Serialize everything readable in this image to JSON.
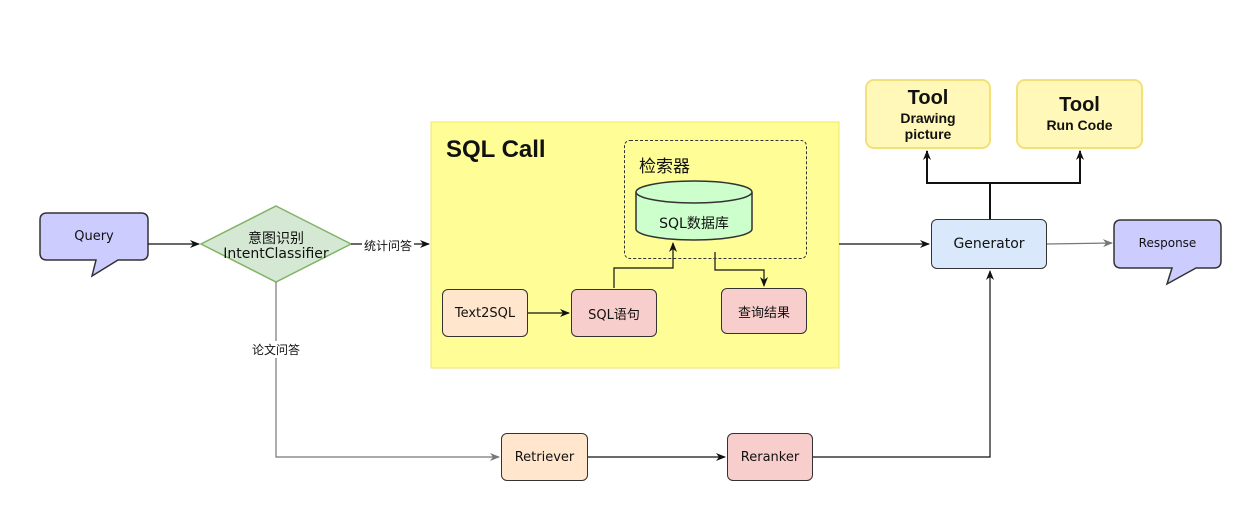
{
  "nodes": {
    "query": "Query",
    "intent_line1": "意图识别",
    "intent_line2": "IntentClassifier",
    "sql_call_title": "SQL Call",
    "retriever_group_title": "检索器",
    "sql_database": "SQL数据库",
    "text2sql": "Text2SQL",
    "sql_statement": "SQL语句",
    "query_result": "查询结果",
    "tool1_title": "Tool",
    "tool1_line1": "Drawing",
    "tool1_line2": "picture",
    "tool2_title": "Tool",
    "tool2_line1": "Run Code",
    "generator": "Generator",
    "response": "Response",
    "retriever": "Retriever",
    "reranker": "Reranker"
  },
  "edges": {
    "stat_qa": "统计问答",
    "paper_qa": "论文问答"
  },
  "colors": {
    "query_fill": "#ccccff",
    "intent_fill": "#d5e8d4",
    "intent_stroke": "#82b366",
    "sqlcall_fill": "#fefd96",
    "db_fill": "#ccffcc",
    "text2sql_fill": "#ffe6cc",
    "pink_fill": "#f8cecc",
    "tool_fill": "#fff8b8",
    "generator_fill": "#dae8fc"
  }
}
